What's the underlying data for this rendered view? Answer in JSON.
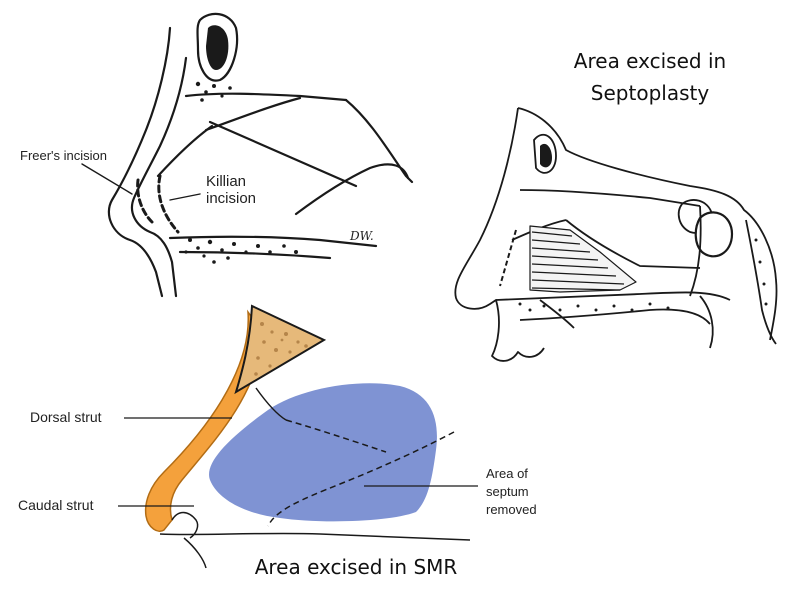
{
  "titles": {
    "septoplasty_line1": "Area excised in",
    "septoplasty_line2": "Septoplasty",
    "smr": "Area excised in SMR"
  },
  "top_left": {
    "freers_incision": "Freer's incision",
    "killian_line1": "Killian",
    "killian_line2": "incision",
    "signature": "DW."
  },
  "bottom_left": {
    "dorsal_strut": "Dorsal strut",
    "caudal_strut": "Caudal strut",
    "area_line1": "Area of",
    "area_line2": "septum",
    "area_line3": "removed"
  },
  "colors": {
    "strut_orange": "#f4a13c",
    "septum_blue": "#7f93d3",
    "bone_tan": "#e6b97a",
    "ink": "#1a1a1a"
  }
}
